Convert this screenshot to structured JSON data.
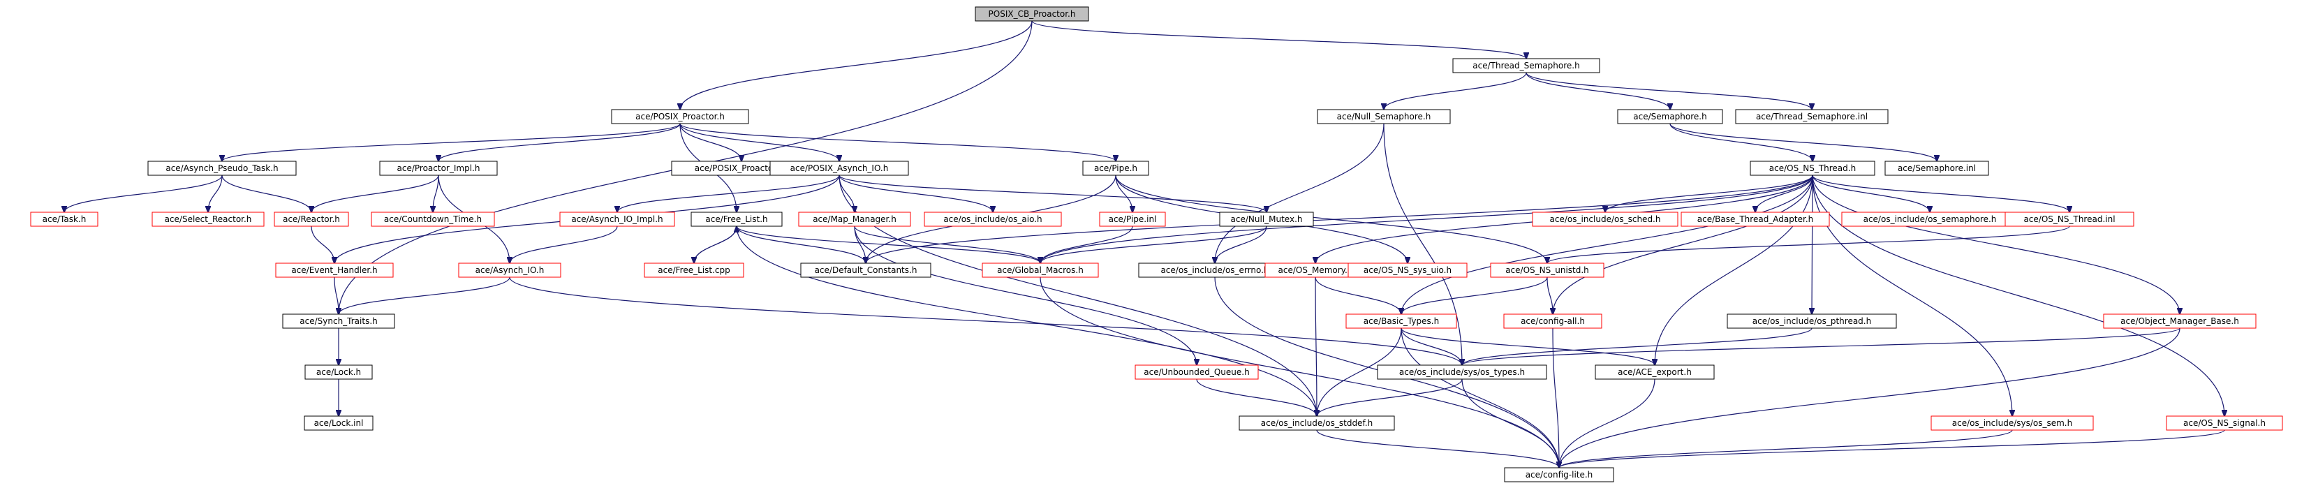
{
  "colors": {
    "edge": "#191970",
    "node_border_normal": "#000000",
    "node_border_link": "#ff0000",
    "node_fill_root": "#bfbfbf",
    "node_fill": "#ffffff"
  },
  "nodes": {
    "root": {
      "label": "POSIX_CB_Proactor.h",
      "style": "root"
    },
    "thread_semaphore": {
      "label": "ace/Thread_Semaphore.h",
      "style": "normal"
    },
    "posix_proactor": {
      "label": "ace/POSIX_Proactor.h",
      "style": "normal"
    },
    "null_semaphore": {
      "label": "ace/Null_Semaphore.h",
      "style": "normal"
    },
    "semaphore_h": {
      "label": "ace/Semaphore.h",
      "style": "normal"
    },
    "thread_semaphore_inl": {
      "label": "ace/Thread_Semaphore.inl",
      "style": "normal"
    },
    "semaphore_inl": {
      "label": "ace/Semaphore.inl",
      "style": "normal"
    },
    "asynch_pseudo_task": {
      "label": "ace/Asynch_Pseudo_Task.h",
      "style": "normal"
    },
    "proactor_impl": {
      "label": "ace/Proactor_Impl.h",
      "style": "normal"
    },
    "posix_proactor_inl": {
      "label": "ace/POSIX_Proactor.inl",
      "style": "normal"
    },
    "posix_asynch_io": {
      "label": "ace/POSIX_Asynch_IO.h",
      "style": "normal"
    },
    "pipe_h": {
      "label": "ace/Pipe.h",
      "style": "normal"
    },
    "os_ns_thread": {
      "label": "ace/OS_NS_Thread.h",
      "style": "normal"
    },
    "task": {
      "label": "ace/Task.h",
      "style": "link"
    },
    "select_reactor": {
      "label": "ace/Select_Reactor.h",
      "style": "link"
    },
    "reactor": {
      "label": "ace/Reactor.h",
      "style": "link"
    },
    "countdown_time": {
      "label": "ace/Countdown_Time.h",
      "style": "link"
    },
    "asynch_io_impl": {
      "label": "ace/Asynch_IO_Impl.h",
      "style": "link"
    },
    "free_list": {
      "label": "ace/Free_List.h",
      "style": "normal"
    },
    "map_manager": {
      "label": "ace/Map_Manager.h",
      "style": "link"
    },
    "os_aio": {
      "label": "ace/os_include/os_aio.h",
      "style": "link"
    },
    "pipe_inl": {
      "label": "ace/Pipe.inl",
      "style": "link"
    },
    "null_mutex": {
      "label": "ace/Null_Mutex.h",
      "style": "normal"
    },
    "os_sched": {
      "label": "ace/os_include/os_sched.h",
      "style": "link"
    },
    "base_thread_adapter": {
      "label": "ace/Base_Thread_Adapter.h",
      "style": "link"
    },
    "os_semaphore": {
      "label": "ace/os_include/os_semaphore.h",
      "style": "link"
    },
    "os_ns_thread_inl": {
      "label": "ace/OS_NS_Thread.inl",
      "style": "link"
    },
    "event_handler": {
      "label": "ace/Event_Handler.h",
      "style": "link"
    },
    "asynch_io": {
      "label": "ace/Asynch_IO.h",
      "style": "link"
    },
    "free_list_cpp": {
      "label": "ace/Free_List.cpp",
      "style": "link"
    },
    "default_constants": {
      "label": "ace/Default_Constants.h",
      "style": "normal"
    },
    "global_macros": {
      "label": "ace/Global_Macros.h",
      "style": "link"
    },
    "os_errno": {
      "label": "ace/os_include/os_errno.h",
      "style": "normal"
    },
    "os_memory": {
      "label": "ace/OS_Memory.h",
      "style": "link"
    },
    "os_ns_sys_uio": {
      "label": "ace/OS_NS_sys_uio.h",
      "style": "link"
    },
    "os_ns_unistd": {
      "label": "ace/OS_NS_unistd.h",
      "style": "link"
    },
    "synch_traits": {
      "label": "ace/Synch_Traits.h",
      "style": "normal"
    },
    "basic_types": {
      "label": "ace/Basic_Types.h",
      "style": "link"
    },
    "config_all": {
      "label": "ace/config-all.h",
      "style": "link"
    },
    "os_pthread": {
      "label": "ace/os_include/os_pthread.h",
      "style": "normal"
    },
    "object_manager_base": {
      "label": "ace/Object_Manager_Base.h",
      "style": "link"
    },
    "lock_h": {
      "label": "ace/Lock.h",
      "style": "normal"
    },
    "unbounded_queue": {
      "label": "ace/Unbounded_Queue.h",
      "style": "link"
    },
    "os_types": {
      "label": "ace/os_include/sys/os_types.h",
      "style": "normal"
    },
    "ace_export": {
      "label": "ace/ACE_export.h",
      "style": "normal"
    },
    "lock_inl": {
      "label": "ace/Lock.inl",
      "style": "normal"
    },
    "os_stddef": {
      "label": "ace/os_include/os_stddef.h",
      "style": "normal"
    },
    "os_sem": {
      "label": "ace/os_include/sys/os_sem.h",
      "style": "link"
    },
    "os_ns_signal": {
      "label": "ace/OS_NS_signal.h",
      "style": "link"
    },
    "config_lite": {
      "label": "ace/config-lite.h",
      "style": "normal"
    }
  },
  "edges": [
    [
      "root",
      "thread_semaphore"
    ],
    [
      "root",
      "posix_proactor"
    ],
    [
      "root",
      "synch_traits"
    ],
    [
      "thread_semaphore",
      "null_semaphore"
    ],
    [
      "thread_semaphore",
      "semaphore_h"
    ],
    [
      "thread_semaphore",
      "thread_semaphore_inl"
    ],
    [
      "semaphore_h",
      "os_ns_thread"
    ],
    [
      "semaphore_h",
      "semaphore_inl"
    ],
    [
      "null_semaphore",
      "os_errno"
    ],
    [
      "null_semaphore",
      "os_types"
    ],
    [
      "posix_proactor",
      "asynch_pseudo_task"
    ],
    [
      "posix_proactor",
      "proactor_impl"
    ],
    [
      "posix_proactor",
      "posix_proactor_inl"
    ],
    [
      "posix_proactor",
      "posix_asynch_io"
    ],
    [
      "posix_proactor",
      "pipe_h"
    ],
    [
      "posix_proactor",
      "free_list"
    ],
    [
      "asynch_pseudo_task",
      "task"
    ],
    [
      "asynch_pseudo_task",
      "select_reactor"
    ],
    [
      "asynch_pseudo_task",
      "reactor"
    ],
    [
      "proactor_impl",
      "reactor"
    ],
    [
      "proactor_impl",
      "countdown_time"
    ],
    [
      "proactor_impl",
      "asynch_io"
    ],
    [
      "reactor",
      "event_handler"
    ],
    [
      "event_handler",
      "synch_traits"
    ],
    [
      "posix_asynch_io",
      "event_handler"
    ],
    [
      "posix_asynch_io",
      "asynch_io_impl"
    ],
    [
      "posix_asynch_io",
      "map_manager"
    ],
    [
      "posix_asynch_io",
      "os_aio"
    ],
    [
      "posix_asynch_io",
      "null_mutex"
    ],
    [
      "posix_asynch_io",
      "os_stddef"
    ],
    [
      "asynch_io_impl",
      "asynch_io"
    ],
    [
      "asynch_io",
      "synch_traits"
    ],
    [
      "asynch_io",
      "os_types"
    ],
    [
      "pipe_h",
      "pipe_inl"
    ],
    [
      "pipe_h",
      "default_constants"
    ],
    [
      "pipe_h",
      "os_ns_sys_uio"
    ],
    [
      "pipe_h",
      "os_ns_unistd"
    ],
    [
      "pipe_inl",
      "global_macros"
    ],
    [
      "free_list",
      "free_list_cpp"
    ],
    [
      "free_list_cpp",
      "free_list"
    ],
    [
      "free_list",
      "default_constants"
    ],
    [
      "free_list",
      "global_macros"
    ],
    [
      "free_list",
      "os_stddef"
    ],
    [
      "map_manager",
      "default_constants"
    ],
    [
      "map_manager",
      "global_macros"
    ],
    [
      "map_manager",
      "unbounded_queue"
    ],
    [
      "null_mutex",
      "global_macros"
    ],
    [
      "null_mutex",
      "os_errno"
    ],
    [
      "os_ns_thread",
      "os_sched"
    ],
    [
      "os_ns_thread",
      "base_thread_adapter"
    ],
    [
      "os_ns_thread",
      "os_semaphore"
    ],
    [
      "os_ns_thread",
      "os_ns_thread_inl"
    ],
    [
      "os_ns_thread",
      "default_constants"
    ],
    [
      "os_ns_thread",
      "global_macros"
    ],
    [
      "os_ns_thread",
      "os_memory"
    ],
    [
      "os_ns_thread",
      "basic_types"
    ],
    [
      "os_ns_thread",
      "config_all"
    ],
    [
      "os_ns_thread",
      "os_pthread"
    ],
    [
      "os_ns_thread",
      "object_manager_base"
    ],
    [
      "os_ns_thread",
      "ace_export"
    ],
    [
      "os_ns_thread",
      "os_sem"
    ],
    [
      "os_ns_thread",
      "os_ns_signal"
    ],
    [
      "os_ns_thread_inl",
      "os_ns_unistd"
    ],
    [
      "os_ns_unistd",
      "basic_types"
    ],
    [
      "os_ns_unistd",
      "config_all"
    ],
    [
      "os_memory",
      "basic_types"
    ],
    [
      "os_memory",
      "os_stddef"
    ],
    [
      "basic_types",
      "os_types"
    ],
    [
      "basic_types",
      "ace_export"
    ],
    [
      "basic_types",
      "os_stddef"
    ],
    [
      "basic_types",
      "config_lite"
    ],
    [
      "config_all",
      "config_lite"
    ],
    [
      "global_macros",
      "config_lite"
    ],
    [
      "os_errno",
      "config_lite"
    ],
    [
      "synch_traits",
      "lock_h"
    ],
    [
      "lock_h",
      "lock_inl"
    ],
    [
      "os_pthread",
      "os_types"
    ],
    [
      "object_manager_base",
      "os_types"
    ],
    [
      "object_manager_base",
      "config_lite"
    ],
    [
      "unbounded_queue",
      "os_stddef"
    ],
    [
      "os_types",
      "os_stddef"
    ],
    [
      "os_types",
      "config_lite"
    ],
    [
      "ace_export",
      "config_lite"
    ],
    [
      "os_stddef",
      "config_lite"
    ],
    [
      "os_sem",
      "config_lite"
    ],
    [
      "os_ns_signal",
      "config_lite"
    ]
  ]
}
